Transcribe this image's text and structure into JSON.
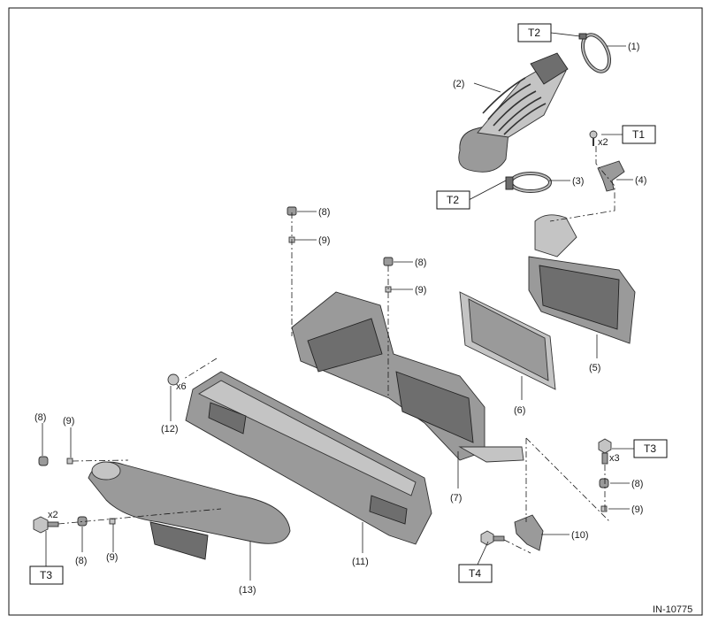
{
  "diagram": {
    "drawing_id": "IN-10775",
    "parts": [
      {
        "id": "p1",
        "callout": "(1)"
      },
      {
        "id": "p2",
        "callout": "(2)"
      },
      {
        "id": "p3",
        "callout": "(3)"
      },
      {
        "id": "p4",
        "callout": "(4)"
      },
      {
        "id": "p5",
        "callout": "(5)"
      },
      {
        "id": "p6",
        "callout": "(6)"
      },
      {
        "id": "p7",
        "callout": "(7)"
      },
      {
        "id": "p8",
        "callout": "(8)"
      },
      {
        "id": "p9",
        "callout": "(9)"
      },
      {
        "id": "p10",
        "callout": "(10)"
      },
      {
        "id": "p11",
        "callout": "(11)"
      },
      {
        "id": "p12",
        "callout": "(12)"
      },
      {
        "id": "p13",
        "callout": "(13)"
      }
    ],
    "torque_labels": {
      "t1": "T1",
      "t2": "T2",
      "t3": "T3",
      "t4": "T4"
    },
    "quantities": {
      "x2": "x2",
      "x3": "x3",
      "x6": "x6"
    }
  }
}
